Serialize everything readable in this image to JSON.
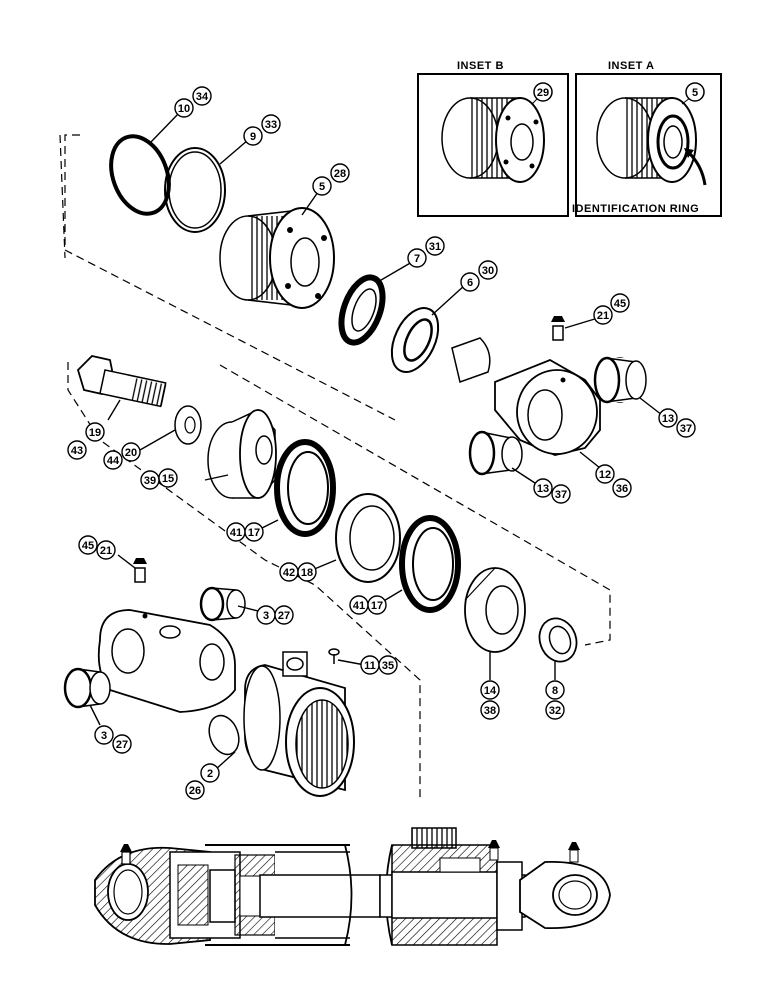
{
  "insets": {
    "inset_b": {
      "title": "INSET B",
      "callout": "29"
    },
    "inset_a": {
      "title": "INSET A",
      "callout": "5",
      "note": "IDENTIFICATION RING"
    }
  },
  "callouts": {
    "c10": "10",
    "c34": "34",
    "c9": "9",
    "c33": "33",
    "c5": "5",
    "c28": "28",
    "c7": "7",
    "c31": "31",
    "c6": "6",
    "c30": "30",
    "c21a": "21",
    "c45a": "45",
    "c13a": "13",
    "c37a": "37",
    "c13b": "13",
    "c37b": "37",
    "c12": "12",
    "c36": "36",
    "c19": "19",
    "c43": "43",
    "c44": "44",
    "c20": "20",
    "c39": "39",
    "c15": "15",
    "c41a": "41",
    "c17a": "17",
    "c42": "42",
    "c18": "18",
    "c41b": "41",
    "c17b": "17",
    "c45b": "45",
    "c21b": "21",
    "c3a": "3",
    "c27a": "27",
    "c11": "11",
    "c35": "35",
    "c14": "14",
    "c38": "38",
    "c8": "8",
    "c32": "32",
    "c3b": "3",
    "c27b": "27",
    "c2": "2",
    "c26": "26"
  }
}
